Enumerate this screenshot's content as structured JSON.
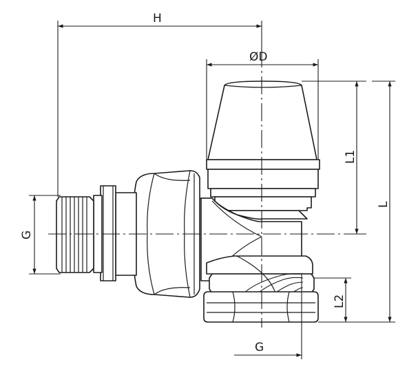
{
  "diagram": {
    "labels": {
      "h": "H",
      "d": "ØD",
      "g_left": "G",
      "g_bottom": "G",
      "l1": "L1",
      "l": "L",
      "l2": "L2"
    },
    "colors": {
      "line": "#1a1a1a",
      "background": "#ffffff"
    }
  }
}
